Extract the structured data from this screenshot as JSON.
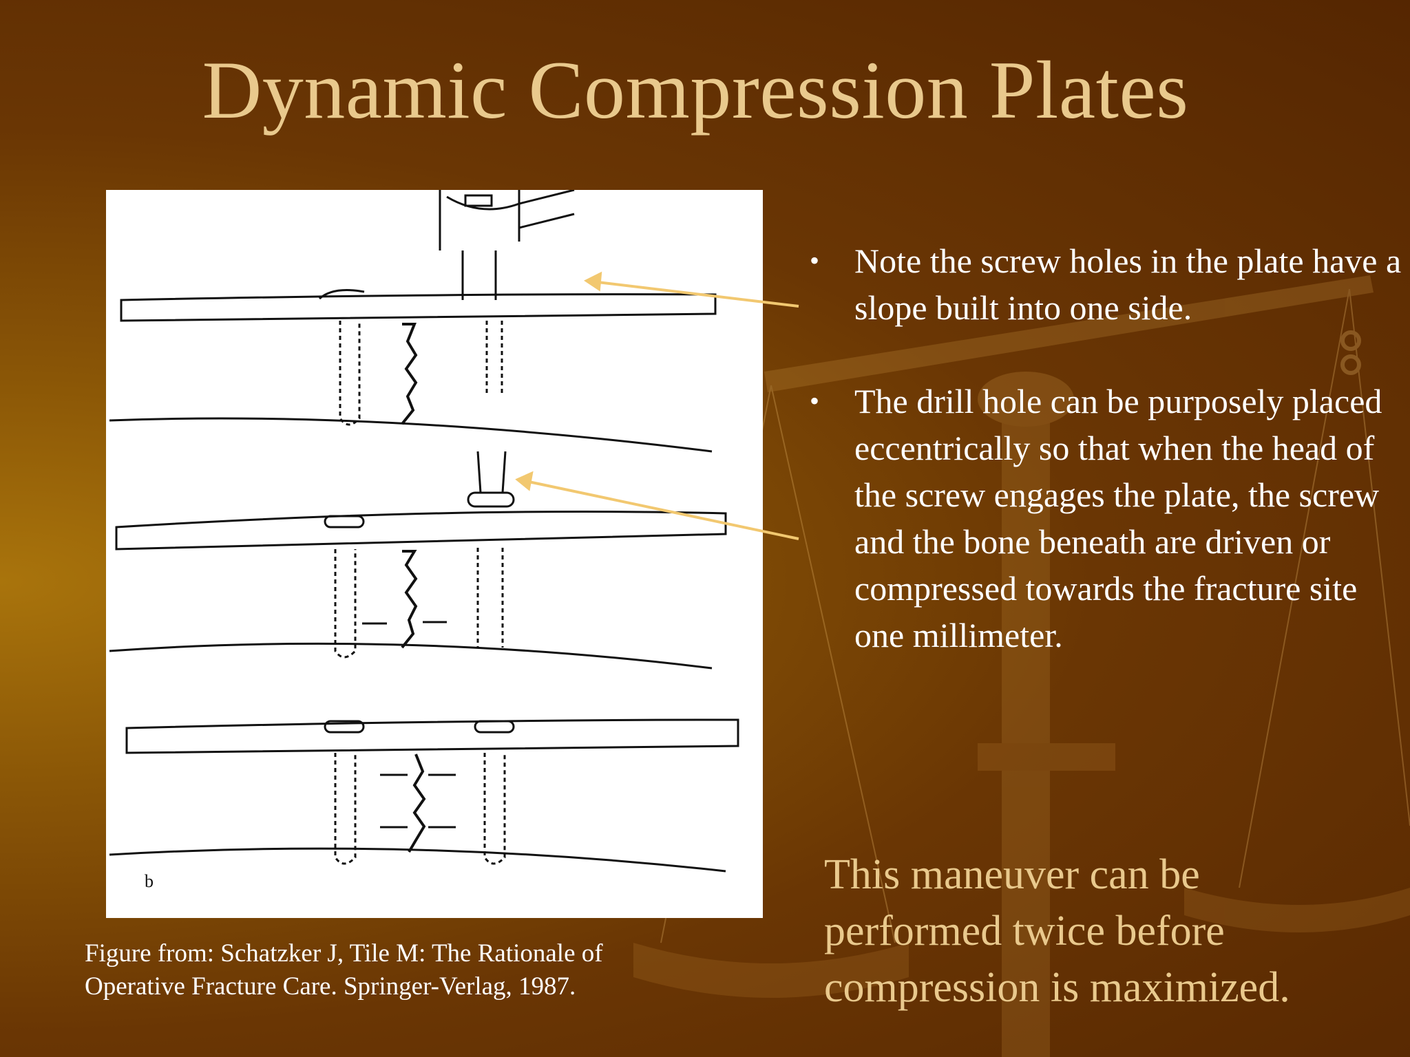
{
  "slide": {
    "title": "Dynamic Compression Plates",
    "caption_lines": [
      "Figure from: Schatzker J, Tile M:  The Rationale of",
      "Operative Fracture Care.  Springer-Verlag, 1987."
    ],
    "figure_label": "b",
    "bullets": [
      "Note the screw holes in the plate have a slope built into one side.",
      "The drill hole can be purposely placed eccentrically so that when the head of the screw engages the plate, the screw and the bone beneath are driven or compressed towards the fracture site one millimeter."
    ],
    "bullet_glyph": "•",
    "note_lines": [
      "This maneuver can be",
      "performed twice before",
      "compression is maximized."
    ]
  },
  "colors": {
    "title": "#e9c98d",
    "arrow": "#f2c870",
    "body_text": "#ffffff",
    "background_dark": "#552601",
    "background_light": "#a9740c"
  },
  "icons": {
    "background": "scales-of-justice-icon",
    "bullet": "bullet-dot-icon"
  }
}
